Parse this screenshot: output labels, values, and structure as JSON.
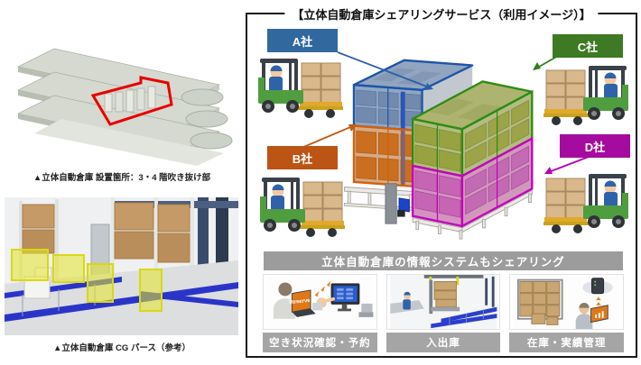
{
  "left_column": {
    "top_caption": "▲立体自動倉庫 設置箇所：3・4 階吹き抜け部",
    "bottom_caption": "▲立体自動倉庫 CG パース（参考）"
  },
  "diagram": {
    "title": "【立体自動倉庫シェアリングサービス（利用イメージ）】",
    "companies": [
      {
        "id": "a",
        "label": "A社",
        "color": "#31699E"
      },
      {
        "id": "b",
        "label": "B社",
        "color": "#BC5414"
      },
      {
        "id": "c",
        "label": "C社",
        "color": "#3D7A23"
      },
      {
        "id": "d",
        "label": "D社",
        "color": "#A40B9E"
      }
    ],
    "banner": "立体自動倉庫の情報システムもシェアリング",
    "panels": [
      {
        "label": "空き状況確認・予約",
        "illustration": "reservation-screens"
      },
      {
        "label": "入出庫",
        "illustration": "inbound-outbound-cg"
      },
      {
        "label": "在庫・実績管理",
        "illustration": "inventory-management"
      }
    ],
    "reserve_screen_text": "Reserve",
    "colors": {
      "banner_bg": "#9C9C9C",
      "panel_label_bg": "#A5A5A5",
      "zone_blue": "#1D55A8",
      "zone_orange": "#D2610A",
      "zone_green": "#2F8C14",
      "zone_magenta": "#C400BC",
      "highlight_red": "#E80000"
    }
  }
}
